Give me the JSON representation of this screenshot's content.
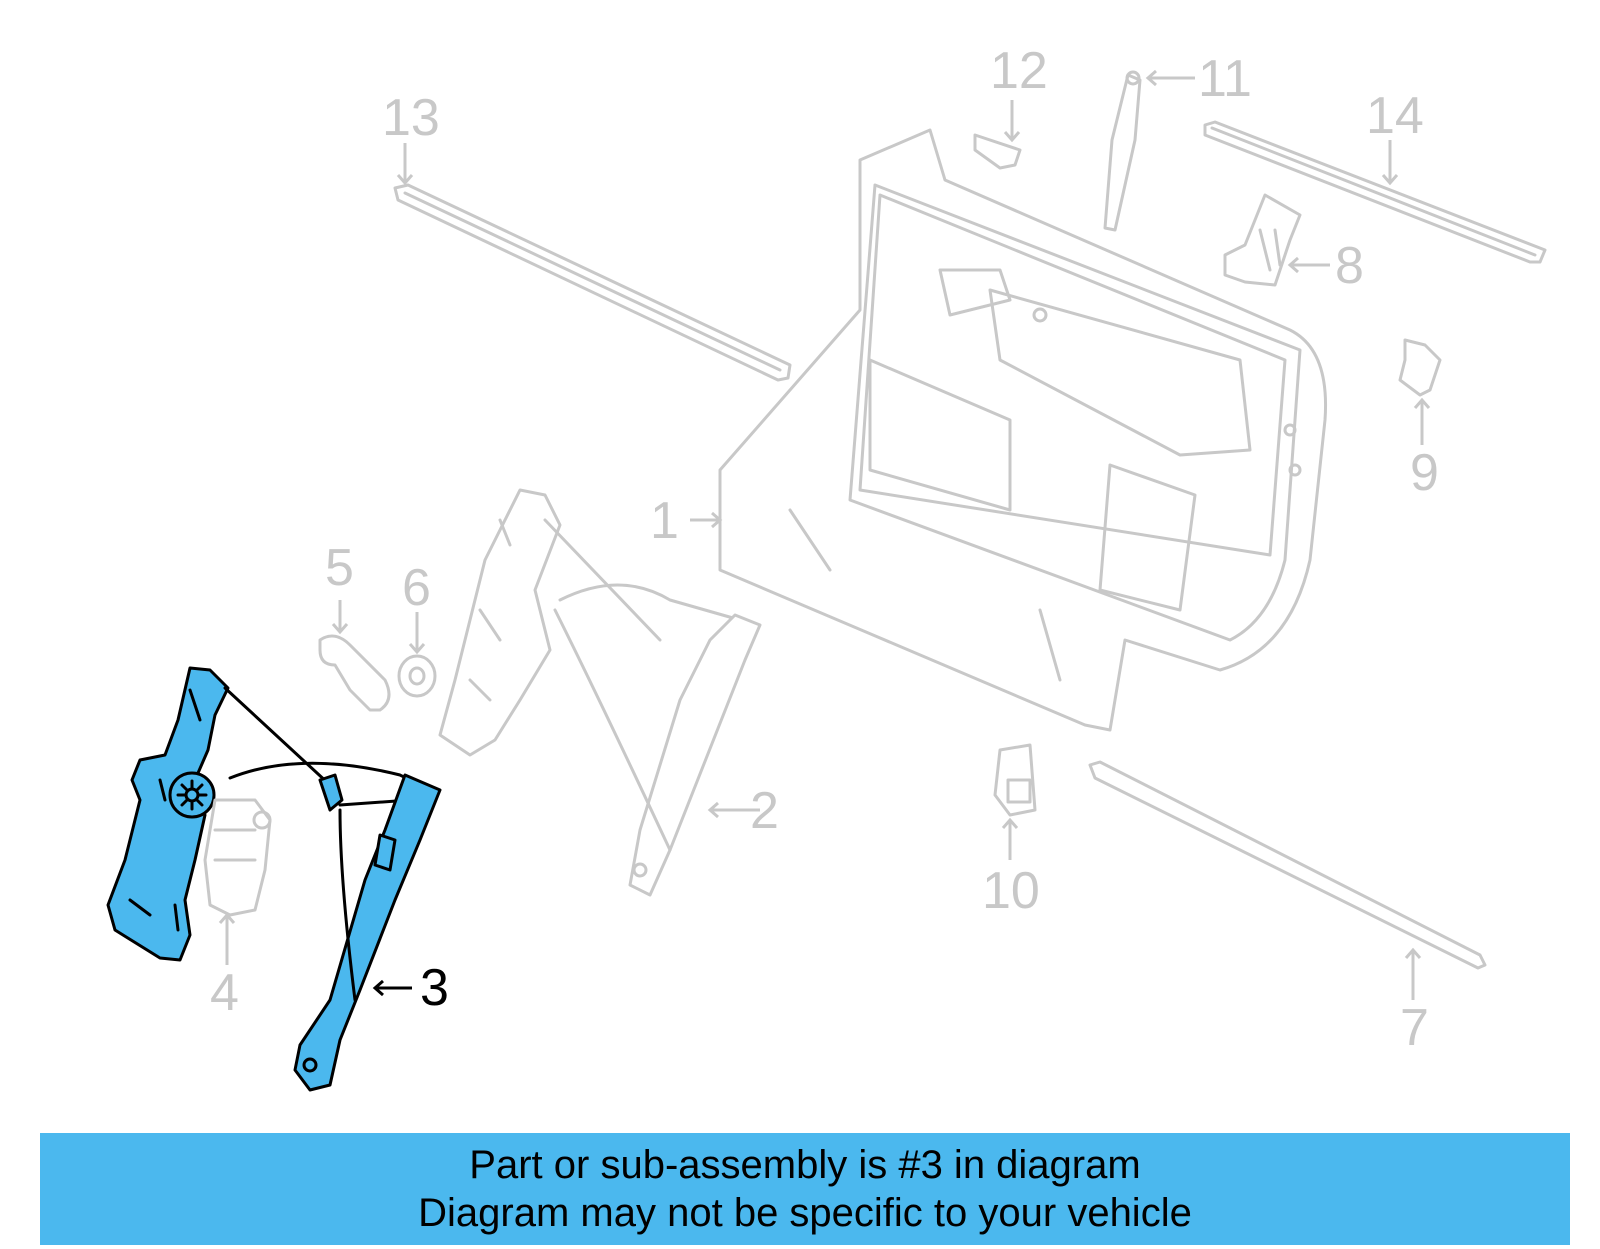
{
  "diagram": {
    "labels": [
      {
        "id": "1",
        "text": "1"
      },
      {
        "id": "2",
        "text": "2"
      },
      {
        "id": "3",
        "text": "3"
      },
      {
        "id": "4",
        "text": "4"
      },
      {
        "id": "5",
        "text": "5"
      },
      {
        "id": "6",
        "text": "6"
      },
      {
        "id": "7",
        "text": "7"
      },
      {
        "id": "8",
        "text": "8"
      },
      {
        "id": "9",
        "text": "9"
      },
      {
        "id": "10",
        "text": "10"
      },
      {
        "id": "11",
        "text": "11"
      },
      {
        "id": "12",
        "text": "12"
      },
      {
        "id": "13",
        "text": "13"
      },
      {
        "id": "14",
        "text": "14"
      }
    ],
    "highlighted_part": "3",
    "highlight_color": "#4bb8ee",
    "ghost_color": "#c8c8c8"
  },
  "caption": {
    "line1": "Part or sub-assembly is #3 in diagram",
    "line2": "Diagram may not be specific to your vehicle",
    "background": "#4bb8ee"
  }
}
